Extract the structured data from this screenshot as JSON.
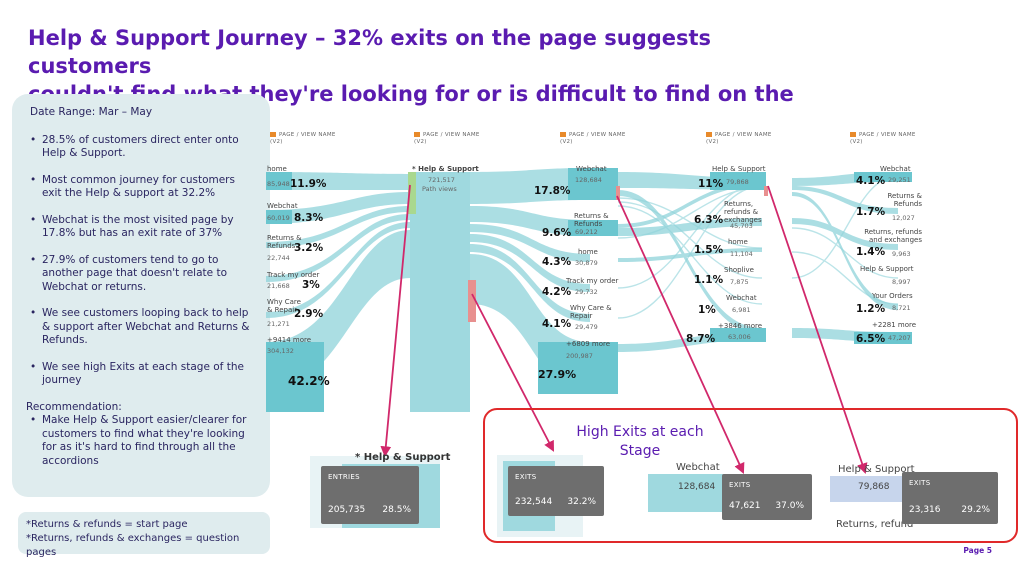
{
  "title": {
    "line1": "Help & Support Journey – 32% exits on the page suggests customers",
    "line2": "couldn't find what they're looking for or is difficult to find on the page"
  },
  "panel": {
    "date_range": "Date Range: Mar – May",
    "bullets": [
      "28.5% of customers direct enter onto Help & Support.",
      "Most common journey for customers exit the Help & support at 32.2%",
      "Webchat is the most visited page by 17.8% but has an exit rate of 37%",
      "27.9% of customers tend to go to another page that doesn't relate to Webchat or returns.",
      "We see customers looping back to help & support after Webchat and Returns & Refunds.",
      "We see high Exits at each stage of the journey"
    ],
    "rec_title": "Recommendation:",
    "rec_item": "Make Help & Support easier/clearer for customers to find what they're looking for as it's hard to find through all the accordions"
  },
  "notes": {
    "line1": "*Returns & refunds = start page",
    "line2": "*Returns, refunds & exchanges = question pages"
  },
  "column_header": "PAGE / VIEW NAME",
  "column_header_sub": "(V2)",
  "col1": [
    {
      "label": "home",
      "count": "85,948",
      "pct": "11.9%"
    },
    {
      "label": "Webchat",
      "count": "60,019",
      "pct": "8.3%"
    },
    {
      "label": "Returns & Refunds",
      "count": "22,744",
      "pct": "3.2%"
    },
    {
      "label": "Track my order",
      "count": "21,668",
      "pct": "3%"
    },
    {
      "label": "Why Care & Repair",
      "count": "21,271",
      "pct": "2.9%"
    },
    {
      "label": "+9414 more",
      "count": "304,132",
      "pct": "42.2%"
    }
  ],
  "col2": {
    "label": "* Help & Support",
    "count": "721,517",
    "sub": "Path views"
  },
  "col3": [
    {
      "label": "Webchat",
      "count": "128,684",
      "pct": "17.8%"
    },
    {
      "label": "Returns & Refunds",
      "count": "69,212",
      "pct": "9.6%"
    },
    {
      "label": "home",
      "count": "30,879",
      "pct": "4.3%"
    },
    {
      "label": "Track my order",
      "count": "29,732",
      "pct": "4.2%"
    },
    {
      "label": "Why Care & Repair",
      "count": "29,479",
      "pct": "4.1%"
    },
    {
      "label": "+6809 more",
      "count": "200,987",
      "pct": "27.9%"
    }
  ],
  "col4": [
    {
      "label": "Help & Support",
      "count": "79,868",
      "pct": "11%"
    },
    {
      "label": "Returns, refunds & exchanges",
      "count": "45,703",
      "pct": "6.3%"
    },
    {
      "label": "home",
      "count": "11,104",
      "pct": "1.5%"
    },
    {
      "label": "Shoplive",
      "count": "7,875",
      "pct": "1.1%"
    },
    {
      "label": "Webchat",
      "count": "6,981",
      "pct": "1%"
    },
    {
      "label": "+3846 more",
      "count": "63,006",
      "pct": "8.7%"
    }
  ],
  "col5": [
    {
      "label": "Webchat",
      "count": "29,251",
      "pct": "4.1%"
    },
    {
      "label": "Returns & Refunds",
      "count": "12,027",
      "pct": "1.7%"
    },
    {
      "label": "Returns, refunds and exchanges",
      "count": "9,963",
      "pct": "1.4%"
    },
    {
      "label": "Help & Support",
      "count": "8,997",
      "pct": ""
    },
    {
      "label": "Your Orders",
      "count": "8,721",
      "pct": "1.2%"
    },
    {
      "label": "+2281 more",
      "count": "47,207",
      "pct": "6.5%"
    }
  ],
  "callout_title": "High Exits at each Stage",
  "entries_tip": {
    "label": "* Help & Support",
    "header": "ENTRIES",
    "value": "205,735",
    "pct": "28.5%"
  },
  "exits_tips": [
    {
      "label": "",
      "header": "EXITS",
      "value": "232,544",
      "pct": "32.2%"
    },
    {
      "label": "Webchat",
      "sub_count": "128,684",
      "header": "EXITS",
      "value": "47,621",
      "pct": "37.0%"
    },
    {
      "label": "Help & Support",
      "sub_count": "79,868",
      "header": "EXITS",
      "value": "23,316",
      "pct": "29.2%",
      "below": "Returns, refund"
    }
  ],
  "page_number": "Page 5",
  "colors": {
    "accent": "#5a1bb0",
    "flow": "#8fd3da",
    "exit": "#e8908f",
    "callout_border": "#e0292a",
    "tooltip": "#6e6e6e"
  }
}
